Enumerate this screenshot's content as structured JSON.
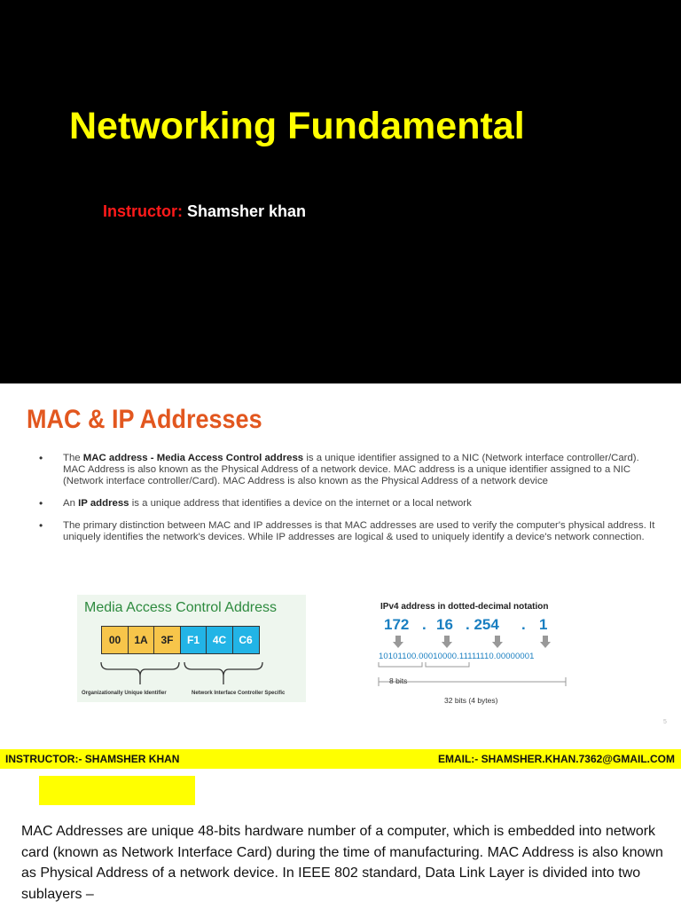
{
  "slide1": {
    "title": "Networking Fundamental",
    "instructor_label": "Instructor:",
    "instructor_name": " Shamsher khan"
  },
  "slide2": {
    "title": "MAC & IP Addresses",
    "bullets": [
      {
        "pre": "The ",
        "bold": "MAC address - Media Access Control address",
        "post": " is a unique identifier assigned to a NIC (Network interface controller/Card). MAC Address is also known as the Physical Address of a network device. MAC address is a unique identifier assigned to a NIC (Network interface controller/Card). MAC Address is also known as the Physical Address of a network device"
      },
      {
        "pre": "An ",
        "bold": "IP address",
        "post": " is a unique address that identifies a device on the internet or a local network"
      },
      {
        "pre": "The primary distinction between MAC and IP addresses is that MAC addresses are used to verify the computer's physical address. It uniquely identifies the network's devices. While IP addresses are logical & used to uniquely identify a device's network connection.",
        "bold": "",
        "post": ""
      }
    ],
    "mac_figure": {
      "title": "Media Access Control Address",
      "octets": [
        "00",
        "1A",
        "3F",
        "F1",
        "4C",
        "C6"
      ],
      "oui_label": "Organizationally Unique Identifier",
      "nic_label": "Network Interface Controller Specific"
    },
    "ip_figure": {
      "title": "IPv4 address in dotted-decimal notation",
      "octets": [
        "172",
        ".",
        "16",
        ". 254",
        ".",
        "1"
      ],
      "binary": "10101100.00010000.11111110.00000001",
      "eight_bits": "8 bits",
      "thirty_two_bits": "32 bits (4 bytes)"
    },
    "page_number": "5",
    "colors": {
      "title": "#e2571f",
      "mac_title": "#2d8a3e",
      "oui": "#f7c54a",
      "nic": "#22b4e6",
      "ip": "#1a7fc1"
    }
  },
  "footer": {
    "left": "INSTRUCTOR:- SHAMSHER KHAN",
    "right": "EMAIL:- SHAMSHER.KHAN.7362@GMAIL.COM"
  },
  "paragraph": "MAC Addresses are unique 48-bits hardware number of a computer, which is embedded into network card (known as Network Interface Card) during the time of manufacturing. MAC Address is also known as Physical Address of a network device. In IEEE 802 standard, Data Link Layer is divided into two sublayers –"
}
